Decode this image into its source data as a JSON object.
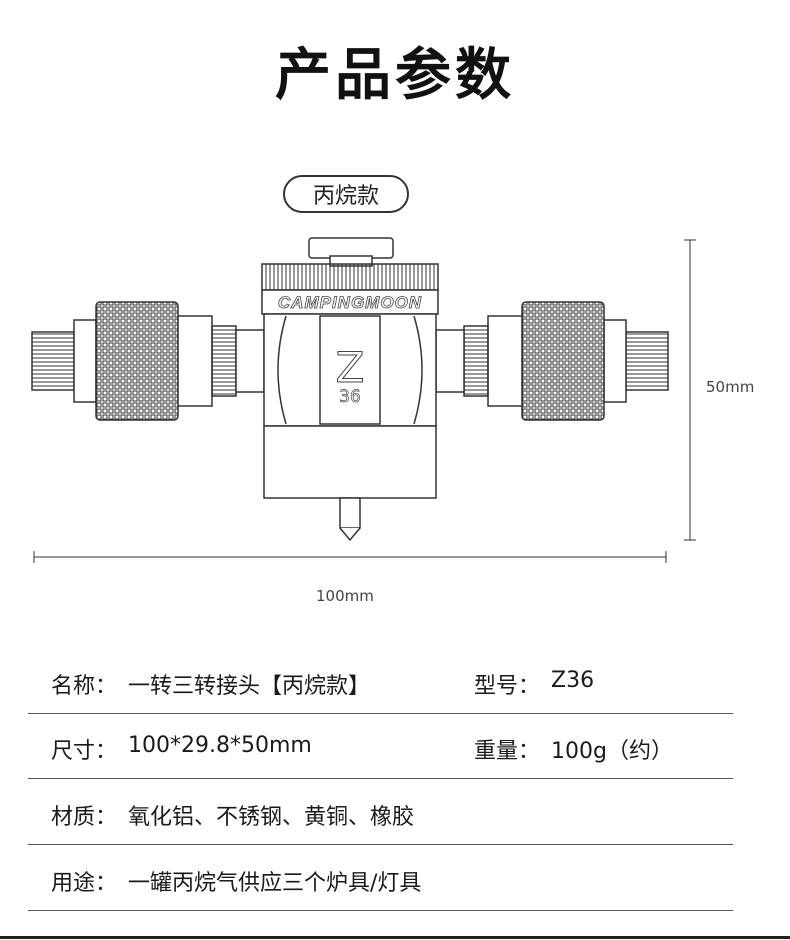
{
  "page": {
    "title": "产品参数"
  },
  "variant_badge": "丙烷款",
  "drawing": {
    "brand_text": "CAMPINGMOON",
    "model_letter": "Z",
    "model_number": "36",
    "width_label": "100mm",
    "height_label": "50mm"
  },
  "specs": [
    {
      "label": "名称：",
      "value": "一转三转接头【丙烷款】",
      "label2": "型号：",
      "value2": "Z36"
    },
    {
      "label": "尺寸：",
      "value": "100*29.8*50mm",
      "label2": "重量：",
      "value2": "100g（约）"
    },
    {
      "label": "材质：",
      "value": "氧化铝、不锈钢、黄铜、橡胶"
    },
    {
      "label": "用途：",
      "value": "一罐丙烷气供应三个炉具/灯具"
    }
  ]
}
